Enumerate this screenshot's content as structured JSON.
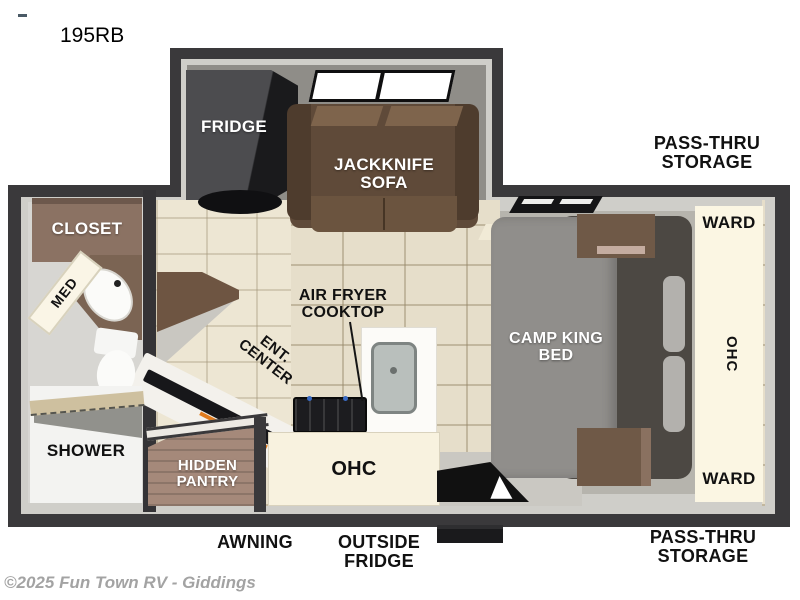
{
  "model": "195RB",
  "watermark": "©2025 Fun Town RV - Giddings",
  "colors": {
    "wall": "#3a393b",
    "wall_inner": "#cfcec9",
    "tile_floor": "#e6deca",
    "cream_cabinet": "#f8f2df",
    "sofa_brown": "#5f4a39",
    "closet_brown": "#8b7263",
    "bed_gray": "#908e8b",
    "flame_accent": "#e07b1e",
    "label_black": "#111111",
    "label_white": "#ffffff",
    "watermark_gray": "#a3a3a3"
  },
  "living": {
    "fridge": "FRIDGE",
    "sofa": [
      "JACKKNIFE",
      "SOFA"
    ],
    "ent_center": [
      "ENT.",
      "CENTER"
    ],
    "air_fryer": [
      "AIR FRYER",
      "COOKTOP"
    ],
    "ohc": "OHC",
    "hidden_pantry": [
      "HIDDEN",
      "PANTRY"
    ]
  },
  "bedroom": {
    "bed": [
      "CAMP KING",
      "BED"
    ],
    "ward_top": "WARD",
    "ward_bottom": "WARD",
    "ohc": "OHC"
  },
  "bathroom": {
    "closet": "CLOSET",
    "med": "MED",
    "shower": "SHOWER"
  },
  "exterior": {
    "pass_thru_top": [
      "PASS-THRU",
      "STORAGE"
    ],
    "pass_thru_bottom": [
      "PASS-THRU",
      "STORAGE"
    ],
    "awning": "AWNING",
    "outside_fridge": [
      "OUTSIDE",
      "FRIDGE"
    ]
  }
}
